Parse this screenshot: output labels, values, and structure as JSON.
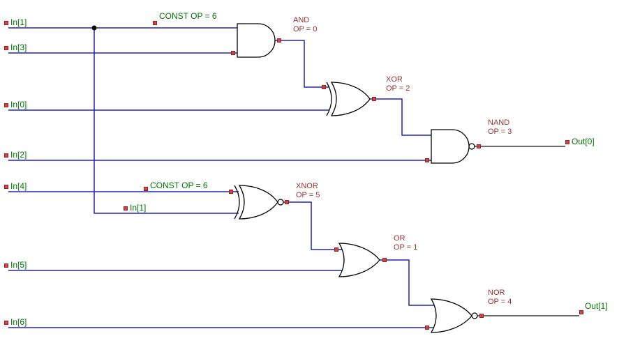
{
  "colors": {
    "wire": "#2222bb",
    "output_wire": "#3a3a3a",
    "gate_outline": "#000000",
    "input_label": "#007700",
    "const_label": "#007700",
    "gate_label": "#993333",
    "marker_fill": "#cc4444",
    "marker_border": "#992222"
  },
  "inputs": [
    {
      "label": "In[1]"
    },
    {
      "label": "In[3]"
    },
    {
      "label": "In[0]"
    },
    {
      "label": "In[2]"
    },
    {
      "label": "In[4]"
    },
    {
      "label": "In[1]"
    },
    {
      "label": "In[5]"
    },
    {
      "label": "In[6]"
    }
  ],
  "outputs": [
    {
      "label": "Out[0]"
    },
    {
      "label": "Out[1]"
    }
  ],
  "constants": [
    {
      "label": "CONST OP = 6"
    },
    {
      "label": "CONST OP = 6"
    }
  ],
  "gates": [
    {
      "type": "AND",
      "op": "OP = 0"
    },
    {
      "type": "XOR",
      "op": "OP = 2"
    },
    {
      "type": "NAND",
      "op": "OP = 3"
    },
    {
      "type": "XNOR",
      "op": "OP = 5"
    },
    {
      "type": "OR",
      "op": "OP = 1"
    },
    {
      "type": "NOR",
      "op": "OP = 4"
    }
  ]
}
